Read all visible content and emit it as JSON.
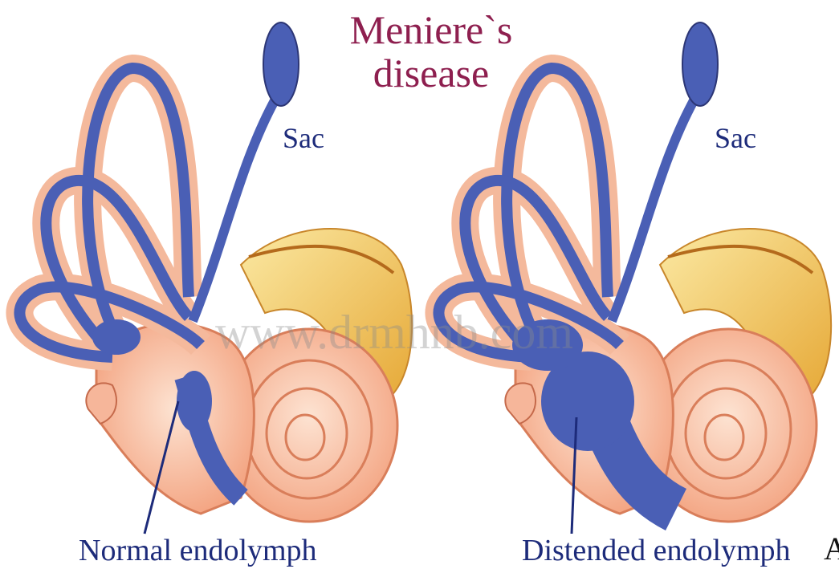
{
  "title": {
    "line1": "Meniere`s",
    "line2": "disease"
  },
  "panels": {
    "left": {
      "sac_label": "Sac",
      "caption": "Normal endolymph"
    },
    "right": {
      "sac_label": "Sac",
      "caption": "Distended endolymph"
    }
  },
  "watermark": "www.drmhnb.com",
  "corner_fragment": "A",
  "colors": {
    "endolymph": "#4a5fb5",
    "canal_outline": "#2c3675",
    "bone": "#f7b79a",
    "nerve": "#f1d77a",
    "title": "#8e1f4f",
    "label": "#1d2b7a"
  }
}
